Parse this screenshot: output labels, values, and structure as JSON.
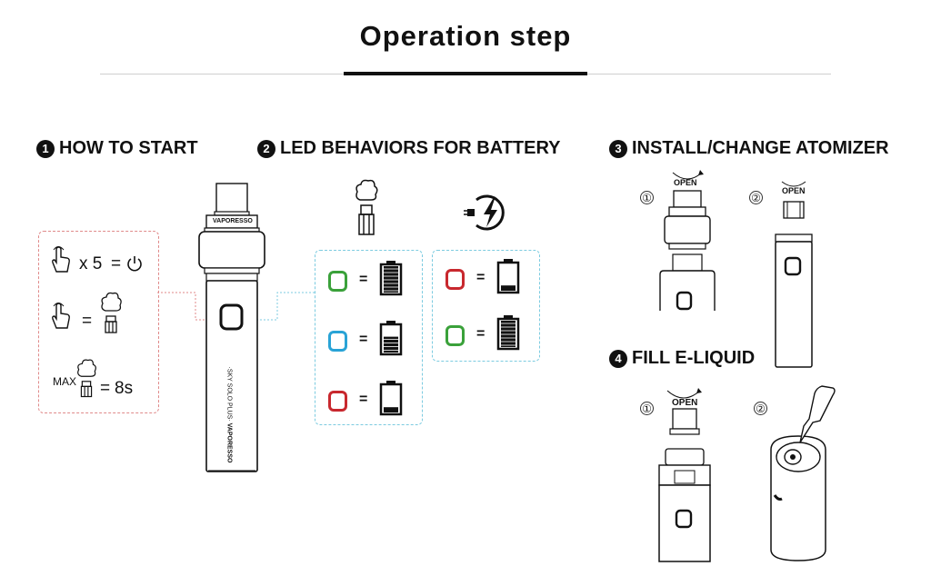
{
  "title": "Operation step",
  "sections": [
    {
      "number": "1",
      "label": "HOW TO START"
    },
    {
      "number": "2",
      "label": "LED BEHAVIORS FOR BATTERY"
    },
    {
      "number": "3",
      "label": "INSTALL/CHANGE ATOMIZER"
    },
    {
      "number": "4",
      "label": "FILL E-LIQUID"
    }
  ],
  "how_to_start": {
    "press_count": "x 5",
    "equals": "=",
    "max_label": "MAX",
    "max_time": "8s"
  },
  "device": {
    "brand": "VAPORESSO",
    "model": "·SKY SOLO PLUS·"
  },
  "led": {
    "vaping": [
      {
        "color": "#3aa13a",
        "battery_level": 1.0
      },
      {
        "color": "#29a3d6",
        "battery_level": 0.6
      },
      {
        "color": "#c8282e",
        "battery_level": 0.2
      }
    ],
    "charging": [
      {
        "color": "#c8282e",
        "battery_level": 0.2
      },
      {
        "color": "#3aa13a",
        "battery_level": 1.0
      }
    ],
    "equals": "="
  },
  "atomizer": {
    "step1": "①",
    "step2": "②",
    "open_label": "OPEN"
  },
  "fill": {
    "step1": "①",
    "step2": "②",
    "open_label": "OPEN"
  }
}
